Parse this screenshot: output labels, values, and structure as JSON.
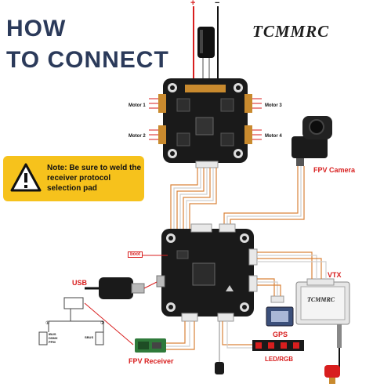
{
  "heading": {
    "line1": "HOW",
    "line2": "TO CONNECT"
  },
  "brand": {
    "logo_text": "TCMMRC",
    "small_logo_text": "TCMMRC"
  },
  "power": {
    "plus": "+",
    "minus": "−"
  },
  "motors": {
    "m1": "Motor 1",
    "m2": "Motor 2",
    "m3": "Motor 3",
    "m4": "Motor 4"
  },
  "note": {
    "text": "Note: Be sure to weld the receiver protocol selection pad",
    "icon": "warning-icon",
    "color": "#f6c21c"
  },
  "labels": {
    "fpv_camera": "FPV Camera",
    "usb": "USB",
    "vtx": "VTX",
    "gps": "GPS",
    "led_rgb": "LED/RGB",
    "fpv_receiver": "FPV Receiver",
    "boot": "boot"
  },
  "protocols": {
    "left_group": [
      "IBUS",
      "DSMX",
      "PPM"
    ],
    "right_group": "SBUS"
  },
  "colors": {
    "heading": "#2b3a5a",
    "accent_red": "#d81e1e",
    "board": "#1a1a1a",
    "wire_orange": "#d9833a",
    "wire_white": "#cfcfcf"
  }
}
